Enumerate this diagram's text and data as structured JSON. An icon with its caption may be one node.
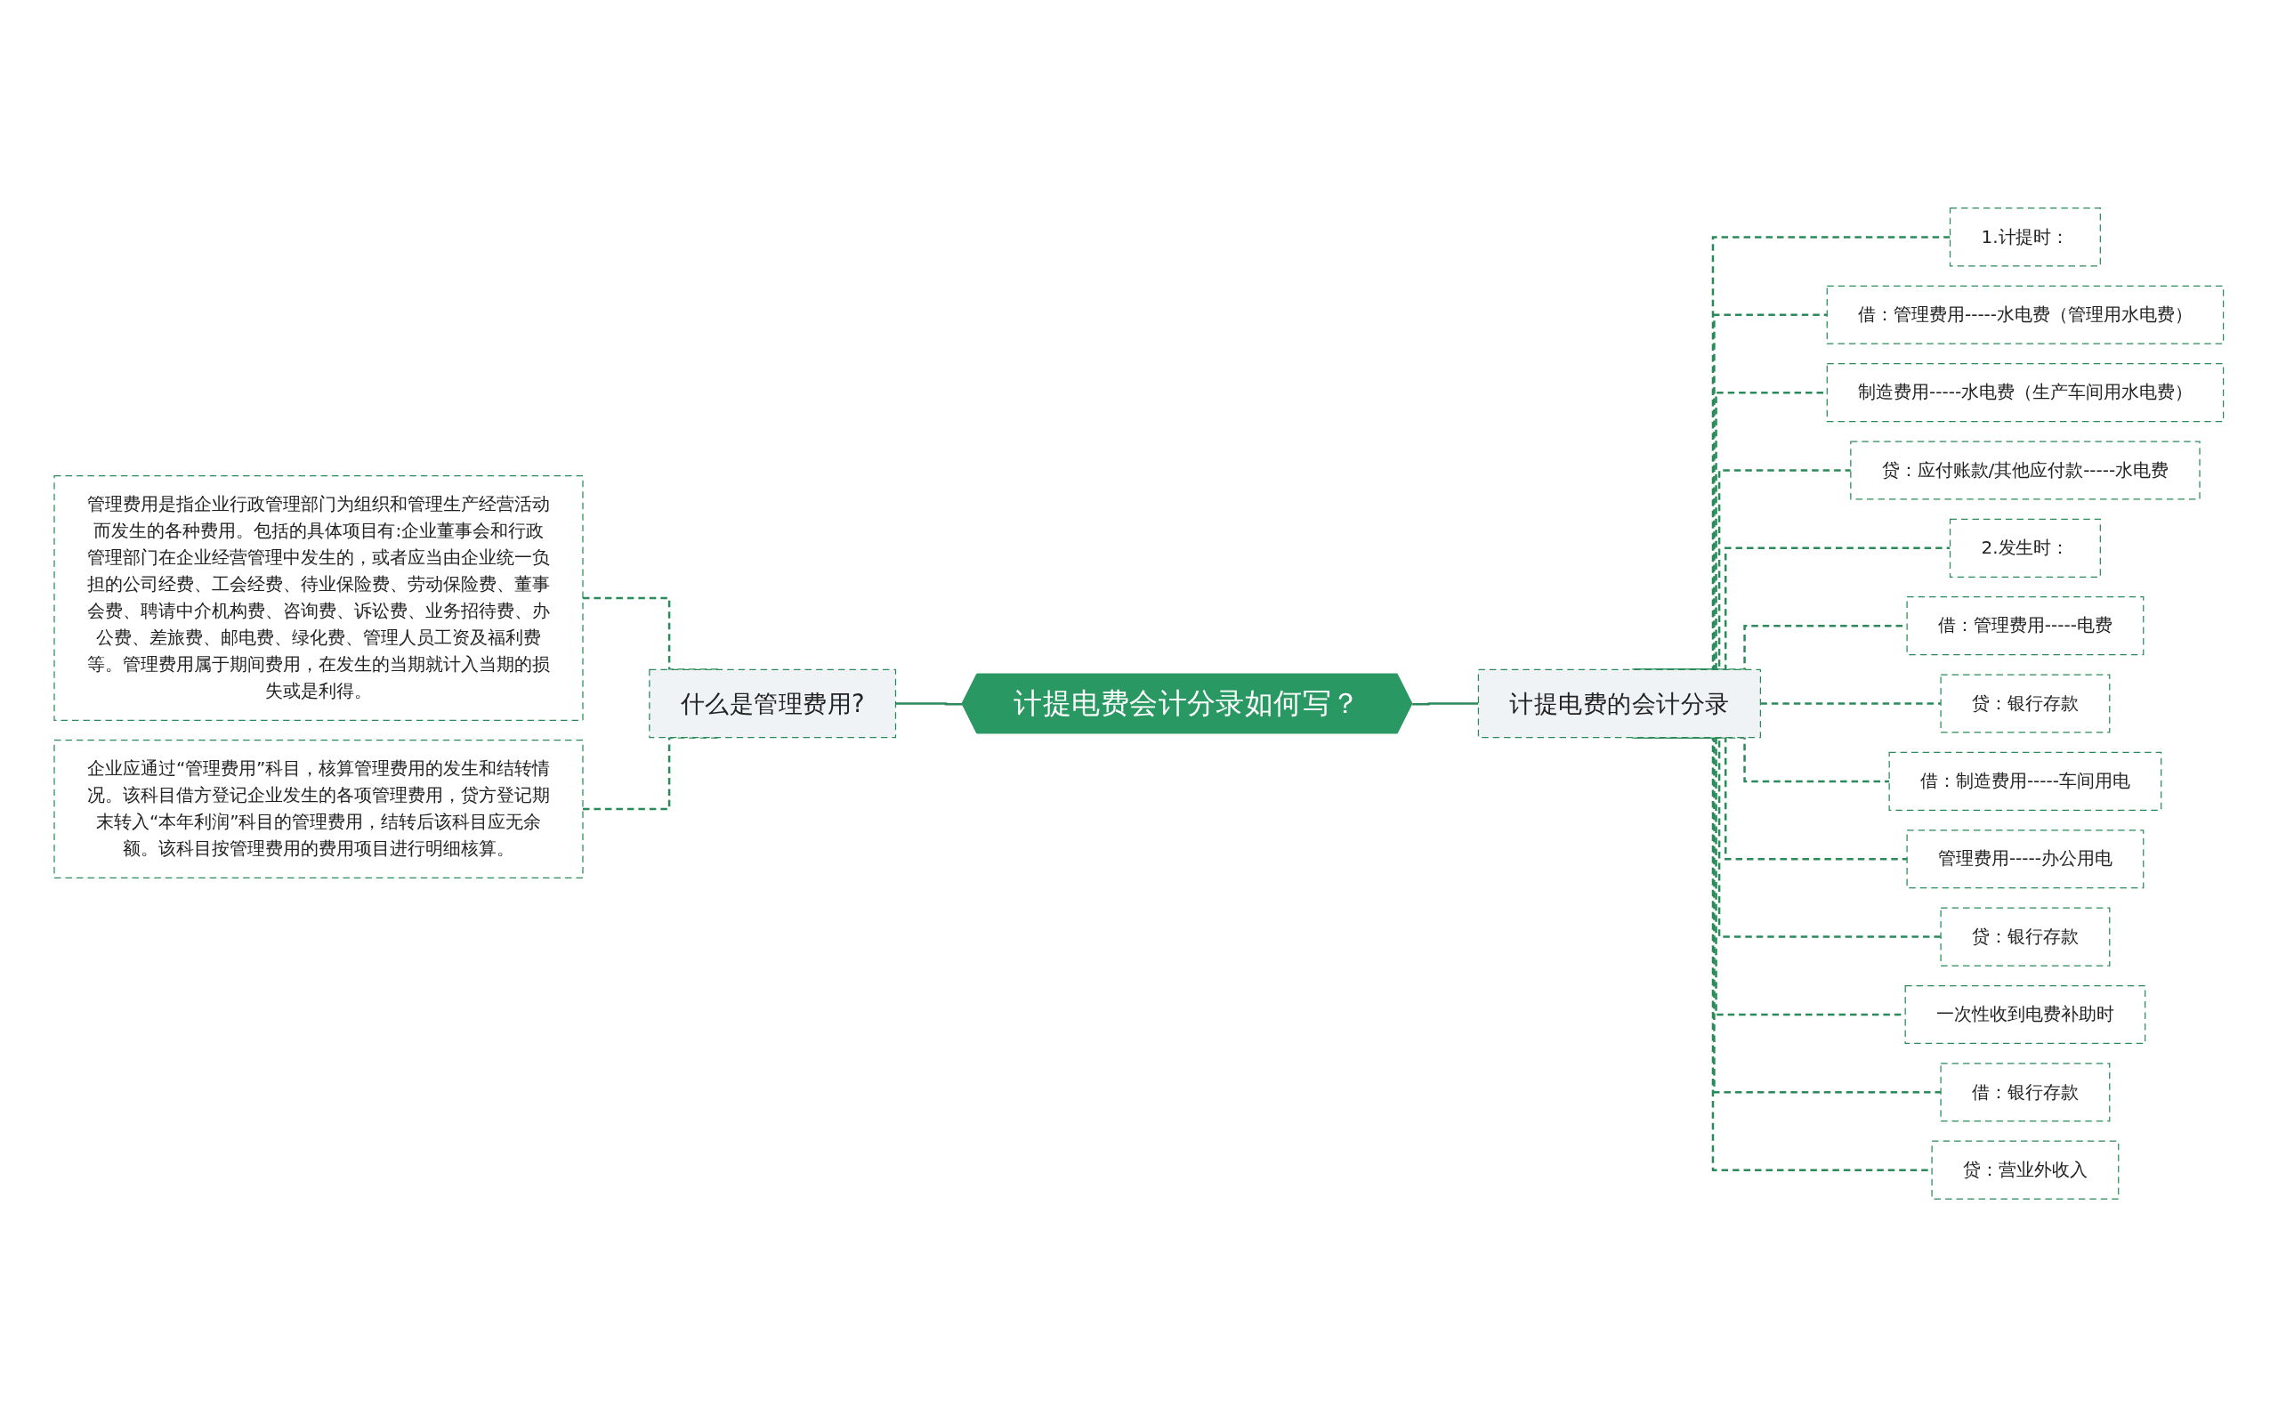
{
  "diagram": {
    "nodes": [
      {
        "text": [
          "计提电费会计分录如何写？"
        ]
      },
      {
        "text": [
          "什么是管理费用?"
        ]
      },
      {
        "text": [
          "管理费用是指企业行政管理部门为组织和管理生产经营活动而发生的各种费用。包括的具体项目有:企业董事会和行政管理部门在企业经营管理中发生的，或者应当由企业统一负担的公司经费、工会经费、待业保险费、劳动保险费、董事会费、聘请中介机构费、咨询费、诉讼费、业务招待费、办公费、差旅费、邮电费、绿化费、管理人员工资及福利费等。管理费用属于期间费用，在发生的当期就计入当期的损失或是利得。"
        ]
      },
      {
        "text": [
          "企业应通过“管理费用”科目，核算管理费用的发生和结转情况。该科目借方登记企业发生的各项管理费用，贷方登记期末转入“本年利润”科目的管理费用，结转后该科目应无余额。该科目按管理费用的费用项目进行明细核算。"
        ]
      },
      {
        "text": [
          "计提电费的会计分录"
        ]
      },
      {
        "text": [
          "1.计提时："
        ]
      },
      {
        "text": [
          "借：管理费用-----水电费（管理用水电费）"
        ]
      },
      {
        "text": [
          "制造费用-----水电费（生产车间用水电费）"
        ]
      },
      {
        "text": [
          "贷：应付账款/其他应付款-----水电费"
        ]
      },
      {
        "text": [
          "2.发生时："
        ]
      },
      {
        "text": [
          "借：管理费用-----电费"
        ]
      },
      {
        "text": [
          "贷：银行存款"
        ]
      },
      {
        "text": [
          "借：制造费用-----车间用电"
        ]
      },
      {
        "text": [
          "管理费用-----办公用电"
        ]
      },
      {
        "text": [
          "贷：银行存款"
        ]
      },
      {
        "text": [
          "一次性收到电费补助时"
        ]
      },
      {
        "text": [
          "借：银行存款"
        ]
      },
      {
        "text": [
          "贷：营业外收入"
        ]
      }
    ],
    "edges": [
      {
        "from": 2,
        "to": 1,
        "arrow": "none",
        "style": "dashed"
      },
      {
        "from": 3,
        "to": 1,
        "arrow": "none",
        "style": "dashed"
      },
      {
        "from": 1,
        "to": 0,
        "arrow": "none"
      },
      {
        "from": 0,
        "to": 4,
        "arrow": "none"
      },
      {
        "from": 4,
        "to": 5,
        "arrow": "none",
        "style": "dashed"
      },
      {
        "from": 4,
        "to": 6,
        "arrow": "none",
        "style": "dashed"
      },
      {
        "from": 4,
        "to": 7,
        "arrow": "none",
        "style": "dashed"
      },
      {
        "from": 4,
        "to": 8,
        "arrow": "none",
        "style": "dashed"
      },
      {
        "from": 4,
        "to": 9,
        "arrow": "none",
        "style": "dashed"
      },
      {
        "from": 4,
        "to": 10,
        "arrow": "none",
        "style": "dashed"
      },
      {
        "from": 4,
        "to": 11,
        "arrow": "none",
        "style": "dashed"
      },
      {
        "from": 4,
        "to": 12,
        "arrow": "none",
        "style": "dashed"
      },
      {
        "from": 4,
        "to": 13,
        "arrow": "none",
        "style": "dashed"
      },
      {
        "from": 4,
        "to": 14,
        "arrow": "none",
        "style": "dashed"
      },
      {
        "from": 4,
        "to": 15,
        "arrow": "none",
        "style": "dashed"
      },
      {
        "from": 4,
        "to": 16,
        "arrow": "none",
        "style": "dashed"
      },
      {
        "from": 4,
        "to": 17,
        "arrow": "none",
        "style": "dashed"
      }
    ]
  }
}
